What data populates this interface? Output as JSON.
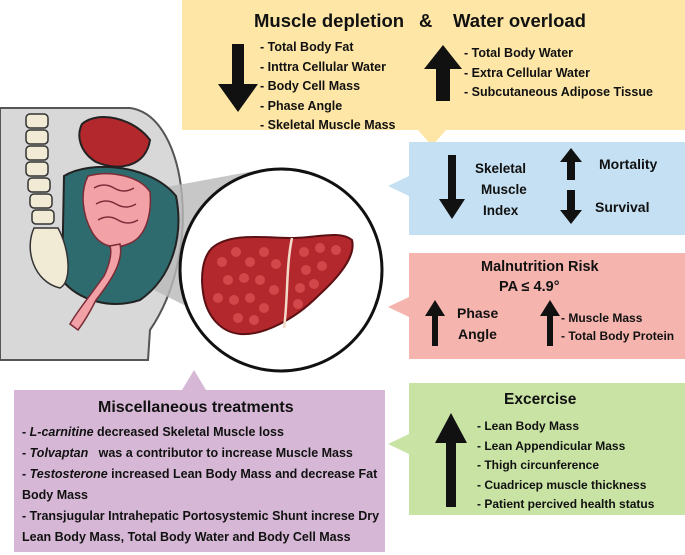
{
  "depletion": {
    "title_left": "Muscle depletion",
    "ampersand": "&",
    "title_right": "Water overload",
    "decrease_items": [
      "- Total Body Fat",
      "- Inttra Cellular Water",
      "- Body Cell Mass",
      "- Phase Angle",
      "- Skeletal Muscle Mass"
    ],
    "increase_items": [
      "- Total Body Water",
      "- Extra Cellular Water",
      "- Subcutaneous Adipose Tissue"
    ]
  },
  "smi": {
    "label_line1": "Skeletal",
    "label_line2": "Muscle",
    "label_line3": "Index",
    "mortality": "Mortality",
    "survival": "Survival"
  },
  "malnutrition": {
    "title": "Malnutrition Risk",
    "pa_threshold": "PA  ≤ 4.9°",
    "phase": "Phase",
    "angle": "Angle",
    "items": [
      "- Muscle Mass",
      "- Total Body Protein"
    ]
  },
  "exercise": {
    "title": "Excercise",
    "items": [
      "- Lean Body Mass",
      "- Lean Appendicular Mass",
      "- Thigh circunference",
      "- Cuadricep muscle thickness",
      "- Patient percived health status"
    ]
  },
  "misc": {
    "title": "Miscellaneous treatments",
    "item1_drug": "L-carnitine",
    "item1_rest": " decreased Skeletal Muscle loss",
    "item2_drug": "Tolvaptan",
    "item2_rest": "   was a contributor to increase Muscle Mass",
    "item3_drug": "Testosterone",
    "item3_rest": " increased Lean Body Mass and decrease Fat Body Mass",
    "item4": "- Transjugular Intrahepatic Portosystemic Shunt increse Dry Lean Body Mass, Total Body Water and Body Cell Mass",
    "dash": "- "
  },
  "colors": {
    "yellow_box": "#fde6a6",
    "blue_box": "#c4e0f2",
    "pink_box": "#f5b4ad",
    "green_box": "#c8e3a4",
    "purple_box": "#d6b8d6",
    "liver": "#b3282d",
    "abdomen": "#2e6b6f"
  }
}
